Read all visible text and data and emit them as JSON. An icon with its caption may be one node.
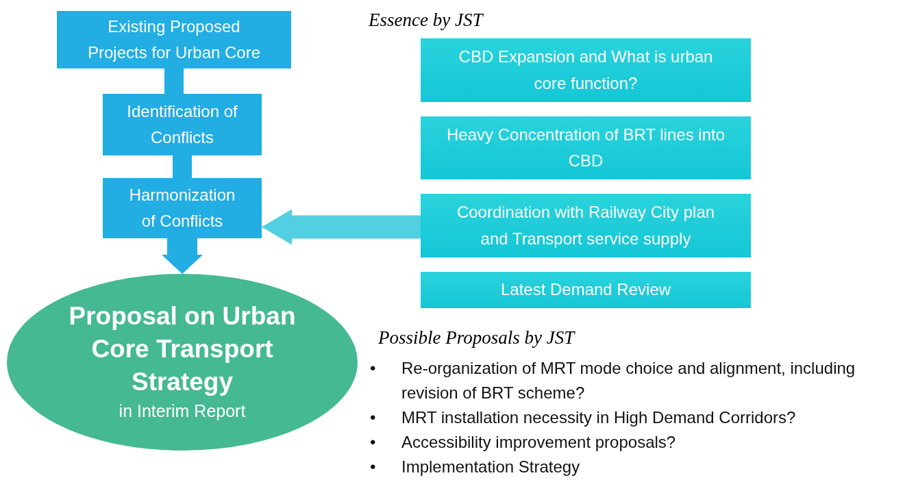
{
  "diagram": {
    "nodes": [
      {
        "text": [
          "Existing Proposed Projects for Urban Core"
        ]
      },
      {
        "text": [
          "Identification of Conflicts"
        ]
      },
      {
        "text": [
          "Harmonization of Conflicts"
        ]
      },
      {
        "text": [
          "Proposal on Urban Core Transport Strategy",
          "in Interim Report"
        ]
      },
      {
        "text": [
          "CBD Expansion and What is urban core function?"
        ]
      },
      {
        "text": [
          "Heavy Concentration of BRT lines into CBD"
        ]
      },
      {
        "text": [
          "Coordination with Railway City plan and Transport service supply"
        ]
      },
      {
        "text": [
          "Latest Demand Review"
        ]
      }
    ],
    "edges": [
      {
        "from": 0,
        "to": 1,
        "arrow": "none",
        "style": "thick"
      },
      {
        "from": 1,
        "to": 2,
        "arrow": "none",
        "style": "thick"
      },
      {
        "from": 2,
        "to": 3,
        "arrow": "to",
        "style": "thick"
      },
      {
        "from": 6,
        "to": 2,
        "arrow": "to",
        "style": "thick",
        "color": "#52cfe0"
      }
    ],
    "labels": [
      "Essence by JST",
      "Possible Proposals by JST",
      "•",
      "Re-organization of MRT mode choice and alignment, including revision of BRT scheme?",
      "•",
      "MRT installation necessity in High Demand Corridors?",
      "•",
      "Accessibility improvement proposals?",
      "•",
      "Implementation Strategy"
    ]
  }
}
